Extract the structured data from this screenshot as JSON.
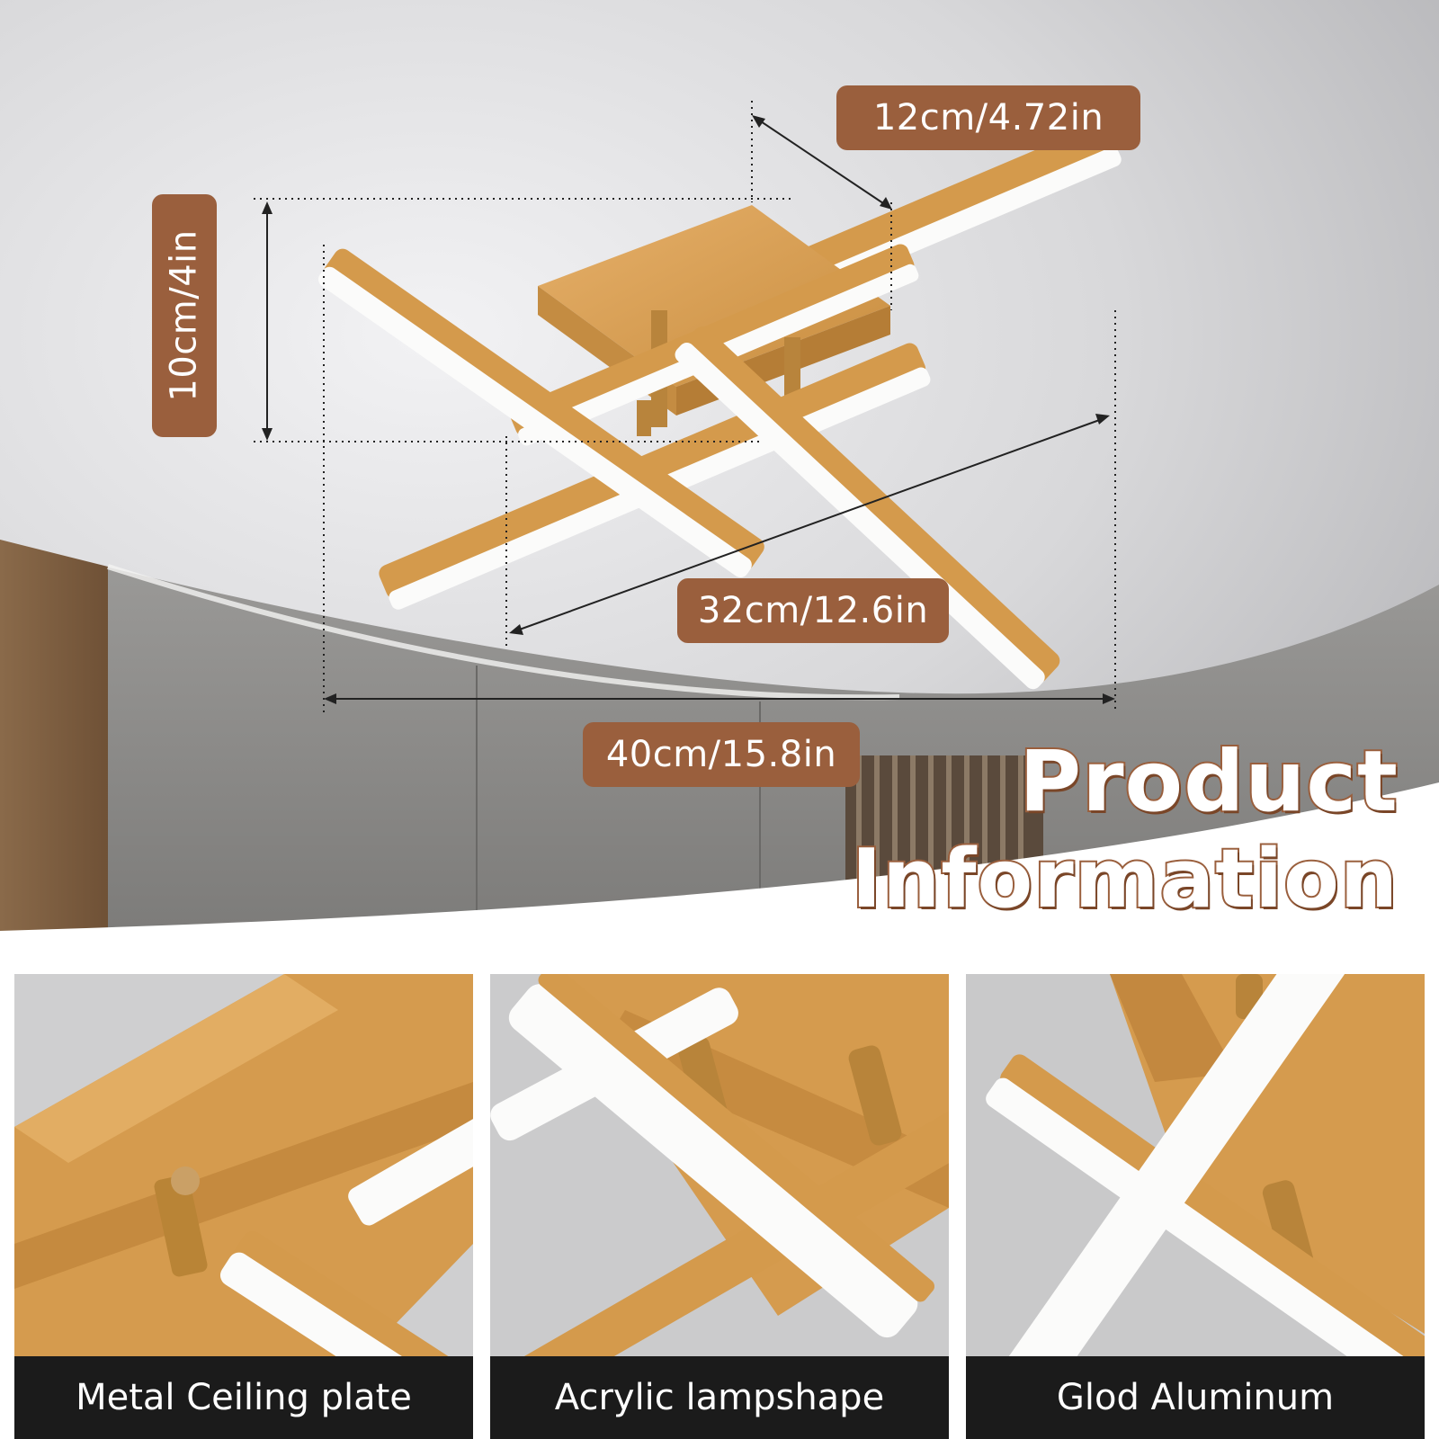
{
  "dimensions": {
    "height_label": "10cm/4in",
    "depth_label": "12cm/4.72in",
    "width_label": "32cm/12.6in",
    "length_label": "40cm/15.8in"
  },
  "headline": {
    "line1": "Product",
    "line2": "Information"
  },
  "features": [
    {
      "caption": "Metal Ceiling plate"
    },
    {
      "caption": "Acrylic lampshape"
    },
    {
      "caption": "Glod Aluminum"
    }
  ],
  "colors": {
    "label_bg": "#9a5f3d",
    "gold": "#d49a4c",
    "caption_bg": "#1b1b1b"
  }
}
